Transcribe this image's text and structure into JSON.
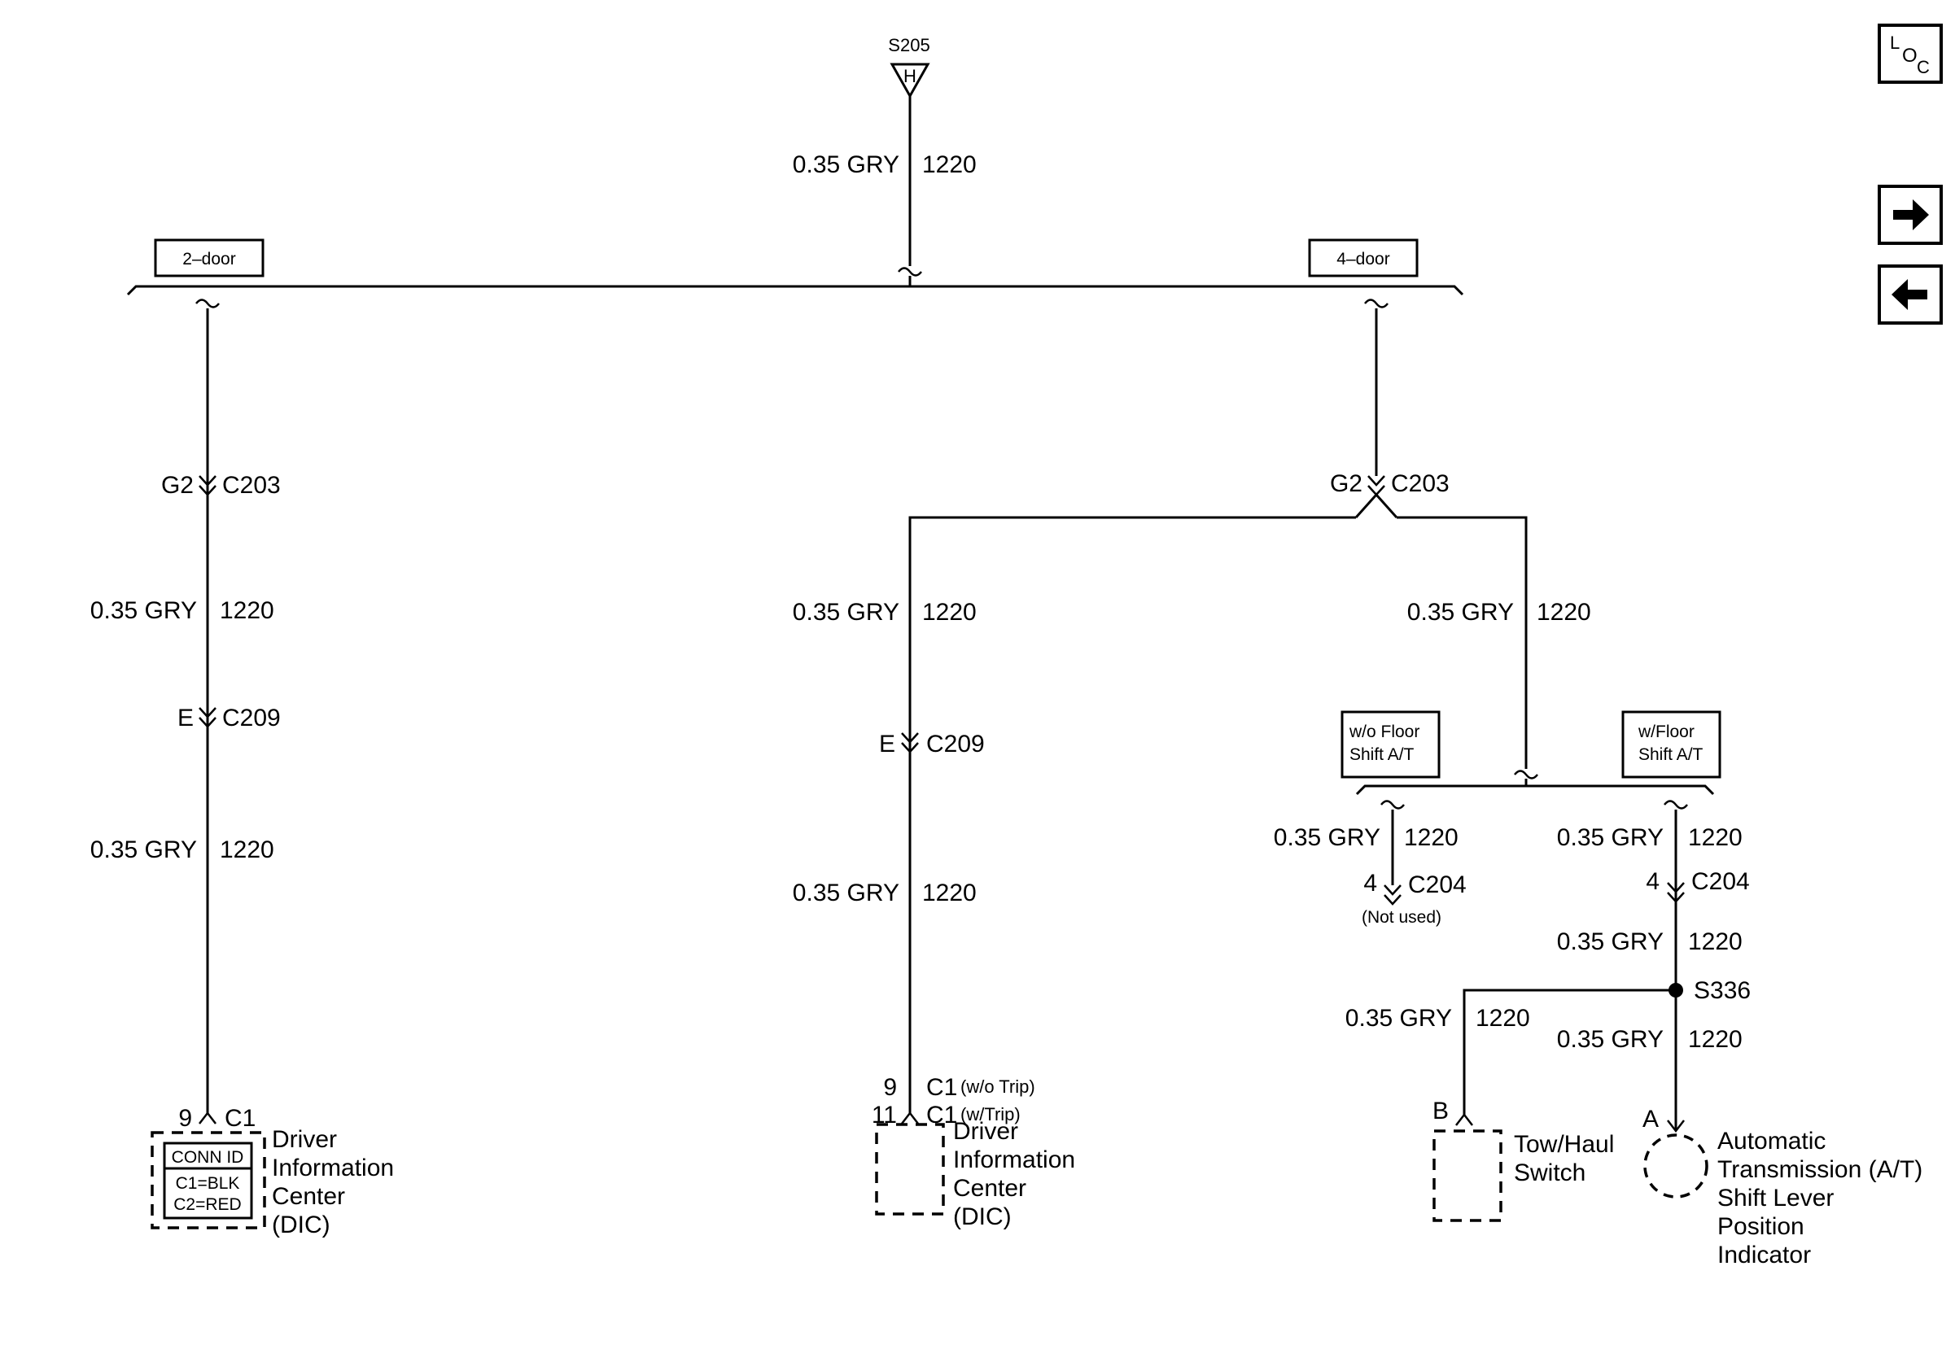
{
  "top": {
    "splice": "S205",
    "splice_letter": "H",
    "wire_size_color": "0.35 GRY",
    "circuit": "1220"
  },
  "options": {
    "two_door": "2–door",
    "four_door": "4–door",
    "wo_floor_shift": [
      "w/o Floor",
      "Shift A/T"
    ],
    "w_floor_shift": [
      "w/Floor",
      "Shift A/T"
    ]
  },
  "left": {
    "c203_pin": "G2",
    "c203": "C203",
    "wire1": "0.35 GRY",
    "circuit1": "1220",
    "c209_pin": "E",
    "c209": "C209",
    "wire2": "0.35 GRY",
    "circuit2": "1220",
    "c1_pin": "9",
    "c1": "C1",
    "conn_id": "CONN ID",
    "c1_color": "C1=BLK",
    "c2_color": "C2=RED",
    "component": [
      "Driver",
      "Information",
      "Center",
      "(DIC)"
    ]
  },
  "middle": {
    "wire1": "0.35 GRY",
    "circuit1": "1220",
    "c209_pin": "E",
    "c209": "C209",
    "wire2": "0.35 GRY",
    "circuit2": "1220",
    "c1_pin_a": "9",
    "c1_a": "C1",
    "c1_note_a": "(w/o Trip)",
    "c1_pin_b": "11",
    "c1_b": "C1",
    "c1_note_b": "(w/Trip)",
    "component": [
      "Driver",
      "Information",
      "Center",
      "(DIC)"
    ]
  },
  "right": {
    "c203_pin": "G2",
    "c203": "C203",
    "wire1": "0.35 GRY",
    "circuit1": "1220",
    "wo_wire": "0.35 GRY",
    "wo_circuit": "1220",
    "wo_c204_pin": "4",
    "wo_c204": "C204",
    "not_used": "(Not used)",
    "w_wire": "0.35 GRY",
    "w_circuit": "1220",
    "w_c204_pin": "4",
    "w_c204": "C204",
    "w_wire2": "0.35 GRY",
    "w_circuit2": "1220",
    "splice": "S336",
    "tow_wire": "0.35 GRY",
    "tow_circuit": "1220",
    "at_wire": "0.35 GRY",
    "at_circuit": "1220",
    "tow_pin": "B",
    "tow_component": [
      "Tow/Haul",
      "Switch"
    ],
    "at_pin": "A",
    "at_component": [
      "Automatic",
      "Transmission (A/T)",
      "Shift Lever",
      "Position",
      "Indicator"
    ]
  },
  "nav": {
    "loc_l": "L",
    "loc_o": "O",
    "loc_c": "C",
    "forward_icon": "arrow-right",
    "back_icon": "arrow-left"
  }
}
